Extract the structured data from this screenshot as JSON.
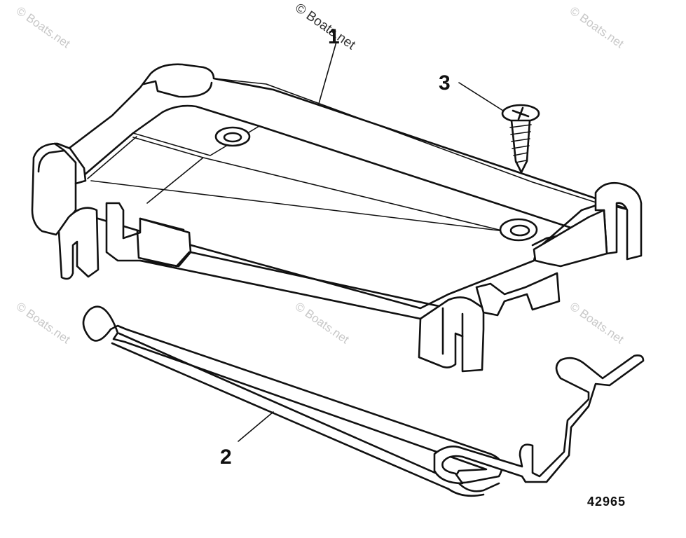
{
  "callouts": {
    "part1": "1",
    "part2": "2",
    "part3": "3"
  },
  "figure_number": "42965",
  "watermark": "© Boats.net"
}
